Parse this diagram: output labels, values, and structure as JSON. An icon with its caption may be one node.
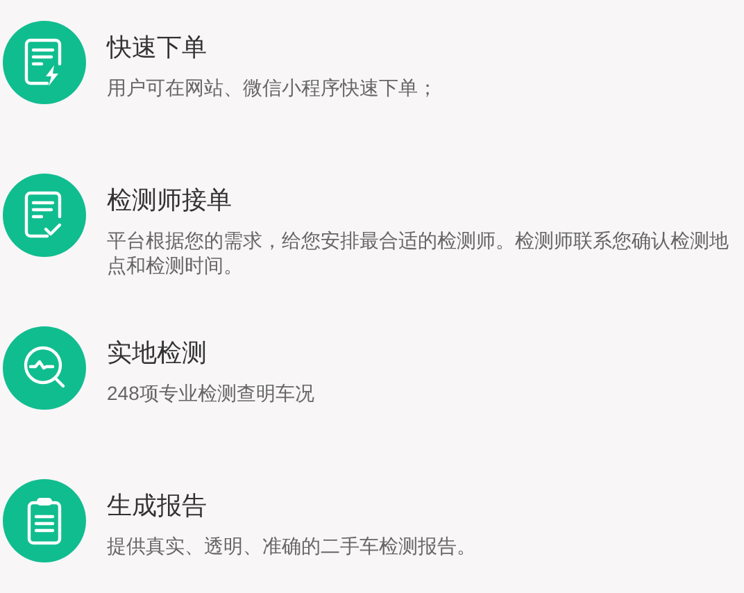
{
  "diagram": {
    "nodes": [
      {
        "text": [
          "快速下单",
          "用户可在网站、微信小程序快速下单；"
        ]
      },
      {
        "text": [
          "检测师接单",
          "平台根据您的需求，给您安排最合适的检测师。检测师联系您确认检测地点和检测时间。"
        ]
      },
      {
        "text": [
          "实地检测",
          "248项专业检测查明车况"
        ]
      },
      {
        "text": [
          "生成报告",
          "提供真实、透明、准确的二手车检测报告。"
        ]
      }
    ]
  }
}
